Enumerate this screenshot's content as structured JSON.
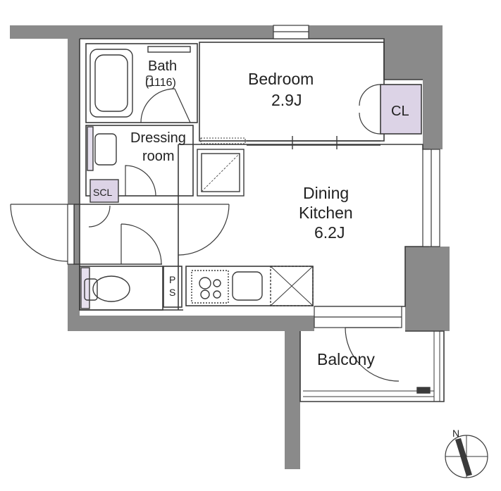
{
  "rooms": {
    "bath": {
      "name": "Bath",
      "size": "(1116)"
    },
    "bedroom": {
      "name": "Bedroom",
      "size": "2.9J"
    },
    "closet": {
      "name": "CL"
    },
    "dressing": {
      "line1": "Dressing",
      "line2": "room"
    },
    "shoe_closet": {
      "name": "SCL"
    },
    "dining_kitchen": {
      "line1": "Dining",
      "line2": "Kitchen",
      "size": "6.2J"
    },
    "pipe_space": {
      "line1": "P",
      "line2": "S"
    },
    "balcony": {
      "name": "Balcony"
    }
  },
  "compass": {
    "label": "N"
  },
  "colors": {
    "wall": "#8a8a8a",
    "line": "#3a3a3a",
    "closet_fill": "#dcd3e6",
    "storage_fill": "#e6e0ee"
  }
}
